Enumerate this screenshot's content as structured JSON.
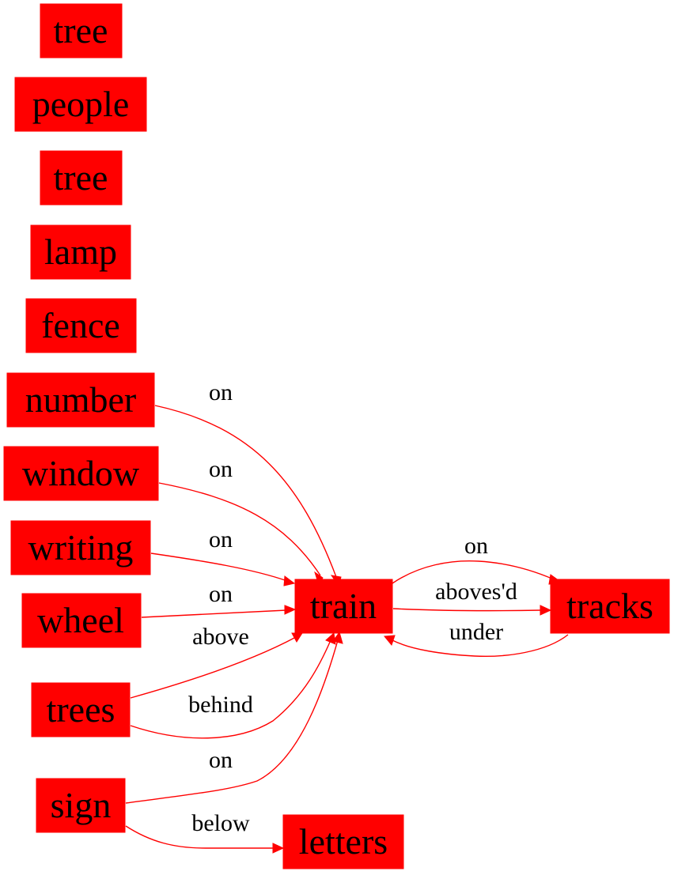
{
  "nodes": {
    "tree1": "tree",
    "people": "people",
    "tree2": "tree",
    "lamp": "lamp",
    "fence": "fence",
    "number": "number",
    "window": "window",
    "writing": "writing",
    "wheel": "wheel",
    "trees": "trees",
    "sign": "sign",
    "train": "train",
    "tracks": "tracks",
    "letters": "letters"
  },
  "edges": [
    {
      "from": "number",
      "to": "train",
      "label": "on"
    },
    {
      "from": "window",
      "to": "train",
      "label": "on"
    },
    {
      "from": "writing",
      "to": "train",
      "label": "on"
    },
    {
      "from": "wheel",
      "to": "train",
      "label": "on"
    },
    {
      "from": "trees",
      "to": "train",
      "label": "above"
    },
    {
      "from": "trees",
      "to": "train",
      "label": "behind"
    },
    {
      "from": "sign",
      "to": "train",
      "label": "on"
    },
    {
      "from": "sign",
      "to": "letters",
      "label": "below"
    },
    {
      "from": "train",
      "to": "tracks",
      "label": "on"
    },
    {
      "from": "train",
      "to": "tracks",
      "label": "aboves'd"
    },
    {
      "from": "tracks",
      "to": "train",
      "label": "under"
    }
  ],
  "colors": {
    "node_fill": "#ff0000",
    "edge": "#ff0000",
    "text": "#000000",
    "background": "#ffffff"
  }
}
